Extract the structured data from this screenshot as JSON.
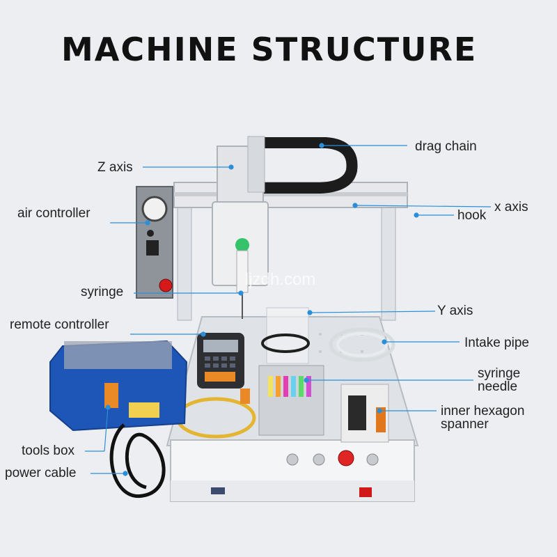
{
  "title": "MACHINE STRUCTURE",
  "watermark": "ljzdh.com",
  "colors": {
    "leader_line": "#2a8fd8",
    "toolbox": "#1e56b8",
    "frame": "#d7dade",
    "background": "#eceef2"
  },
  "labels": {
    "drag_chain": "drag chain",
    "z_axis": "Z axis",
    "air_controller": "air controller",
    "x_axis": "x axis",
    "hook": "hook",
    "syringe": "syringe",
    "y_axis": "Y axis",
    "remote_controller": "remote controller",
    "intake_pipe": "Intake pipe",
    "syringe_needle_line1": "syringe",
    "syringe_needle_line2": "needle",
    "inner_hexagon_line1": "inner hexagon",
    "inner_hexagon_line2": "spanner",
    "tools_box": "tools box",
    "power_cable": "power cable"
  }
}
